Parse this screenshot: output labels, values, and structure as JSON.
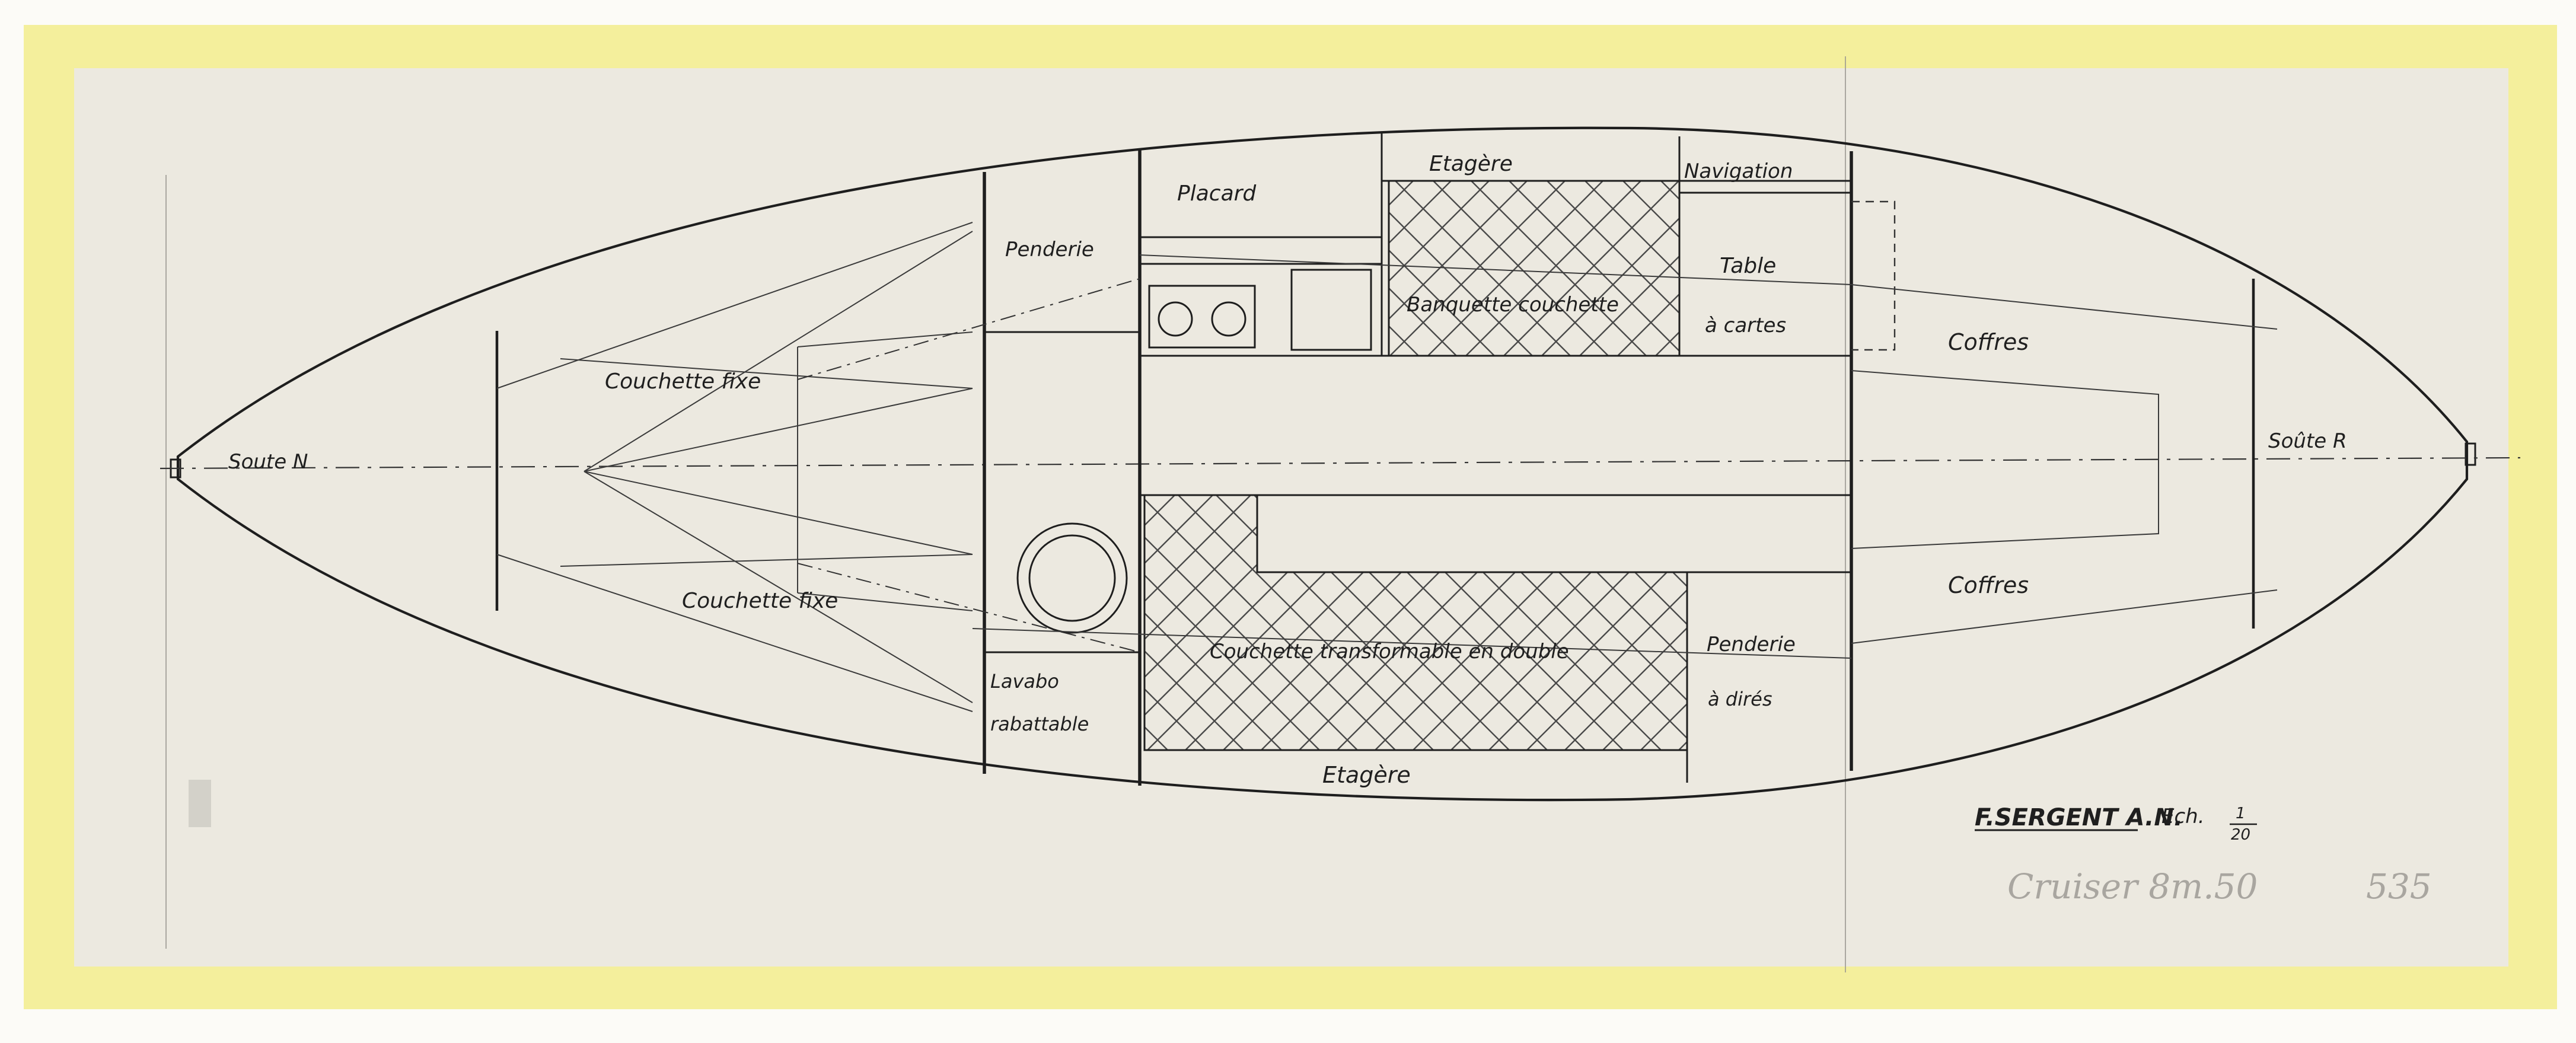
{
  "labels": {
    "placard": "Placard",
    "etagere_top": "Etagère",
    "navigation": "Navigation",
    "penderie_top": "Penderie",
    "table": "Table",
    "a_cartes": "à cartes",
    "banquette": "Banquette couchette",
    "couchette_fixe_top": "Couchette fixe",
    "coffres_top": "Coffres",
    "soute_n": "Soute N",
    "soute_r": "Soûte R",
    "couchette_fixe_bottom": "Couchette fixe",
    "coffres_bottom": "Coffres",
    "couchette_transformable": "Couchette transformable en double",
    "penderie_bottom": "Penderie",
    "a_dires": "à dirés",
    "lavabo": "Lavabo",
    "rabattable": "rabattable",
    "etagere_bottom": "Etagère"
  },
  "title_block": {
    "designer": "F.SERGENT A.N.",
    "scale_prefix": "Ech.",
    "scale_num": "1",
    "scale_den": "20",
    "pencil_note": "Cruiser 8m.50",
    "pencil_number": "535"
  },
  "colors": {
    "tape": "#f4ef9c",
    "paper": "#ece9e0",
    "ink": "#1e1e1e"
  }
}
